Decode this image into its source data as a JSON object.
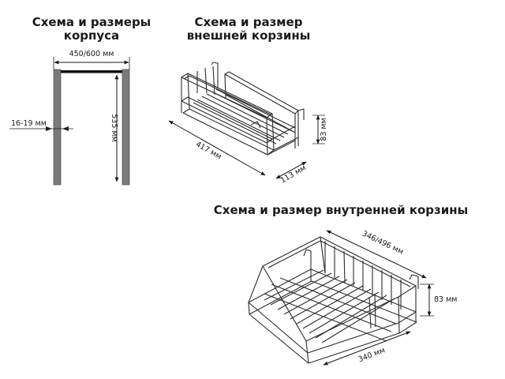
{
  "titles": {
    "cabinet": [
      "Схема и размеры",
      "корпуса"
    ],
    "outer_basket": [
      "Схема и размер",
      "внешней корзины"
    ],
    "inner_basket": "Схема и размер внутренней корзины"
  },
  "cabinet": {
    "width": "450/600 мм",
    "wall": "16-19 мм",
    "height": "535 мм"
  },
  "outer_basket": {
    "length": "417 мм",
    "depth": "113 мм",
    "height": "83 мм"
  },
  "inner_basket": {
    "length": "346/496 мм",
    "height": "83 мм",
    "depth": "340 мм"
  },
  "colors": {
    "line": "#2b2b2b",
    "panel": "#7a7a7a"
  }
}
